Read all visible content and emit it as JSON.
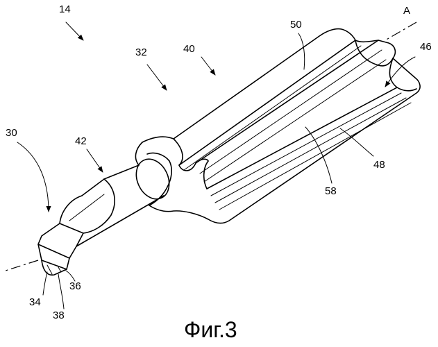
{
  "figure": {
    "caption": "Фиг.3",
    "axis_label": "A",
    "reference_numerals": {
      "assembly": "14",
      "tip_portion": "30",
      "body": "32",
      "tip_end": "34",
      "edge_a": "36",
      "edge_b": "38",
      "fluted_portion": "40",
      "shank": "42",
      "recess": "46",
      "flute_a": "48",
      "flute_b": "50",
      "rib": "58"
    }
  }
}
